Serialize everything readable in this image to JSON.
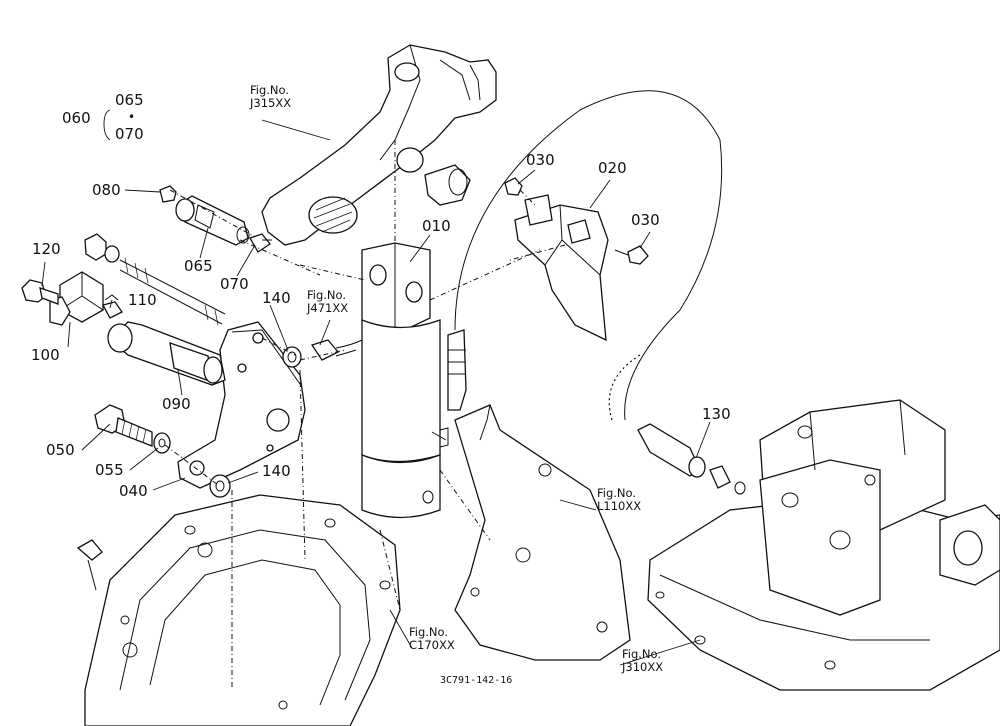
{
  "callouts": [
    {
      "id": "060",
      "text": "060"
    },
    {
      "id": "065a",
      "text": "065"
    },
    {
      "id": "070a",
      "text": "070"
    },
    {
      "id": "080",
      "text": "080"
    },
    {
      "id": "065",
      "text": "065"
    },
    {
      "id": "070",
      "text": "070"
    },
    {
      "id": "120",
      "text": "120"
    },
    {
      "id": "110",
      "text": "110"
    },
    {
      "id": "100",
      "text": "100"
    },
    {
      "id": "140a",
      "text": "140"
    },
    {
      "id": "090",
      "text": "090"
    },
    {
      "id": "050",
      "text": "050"
    },
    {
      "id": "055",
      "text": "055"
    },
    {
      "id": "040",
      "text": "040"
    },
    {
      "id": "140b",
      "text": "140"
    },
    {
      "id": "010",
      "text": "010"
    },
    {
      "id": "030a",
      "text": "030"
    },
    {
      "id": "020",
      "text": "020"
    },
    {
      "id": "030b",
      "text": "030"
    },
    {
      "id": "130",
      "text": "130"
    }
  ],
  "figure_refs": [
    {
      "id": "j315",
      "line1": "Fig.No.",
      "line2": "J315XX"
    },
    {
      "id": "j471",
      "line1": "Fig.No.",
      "line2": "J471XX"
    },
    {
      "id": "l110",
      "line1": "Fig.No.",
      "line2": "L110XX"
    },
    {
      "id": "c170",
      "line1": "Fig.No.",
      "line2": "C170XX"
    },
    {
      "id": "j310",
      "line1": "Fig.No.",
      "line2": "J310XX"
    }
  ],
  "group_bullet": "•",
  "drawing_code": "3C791-142-16"
}
